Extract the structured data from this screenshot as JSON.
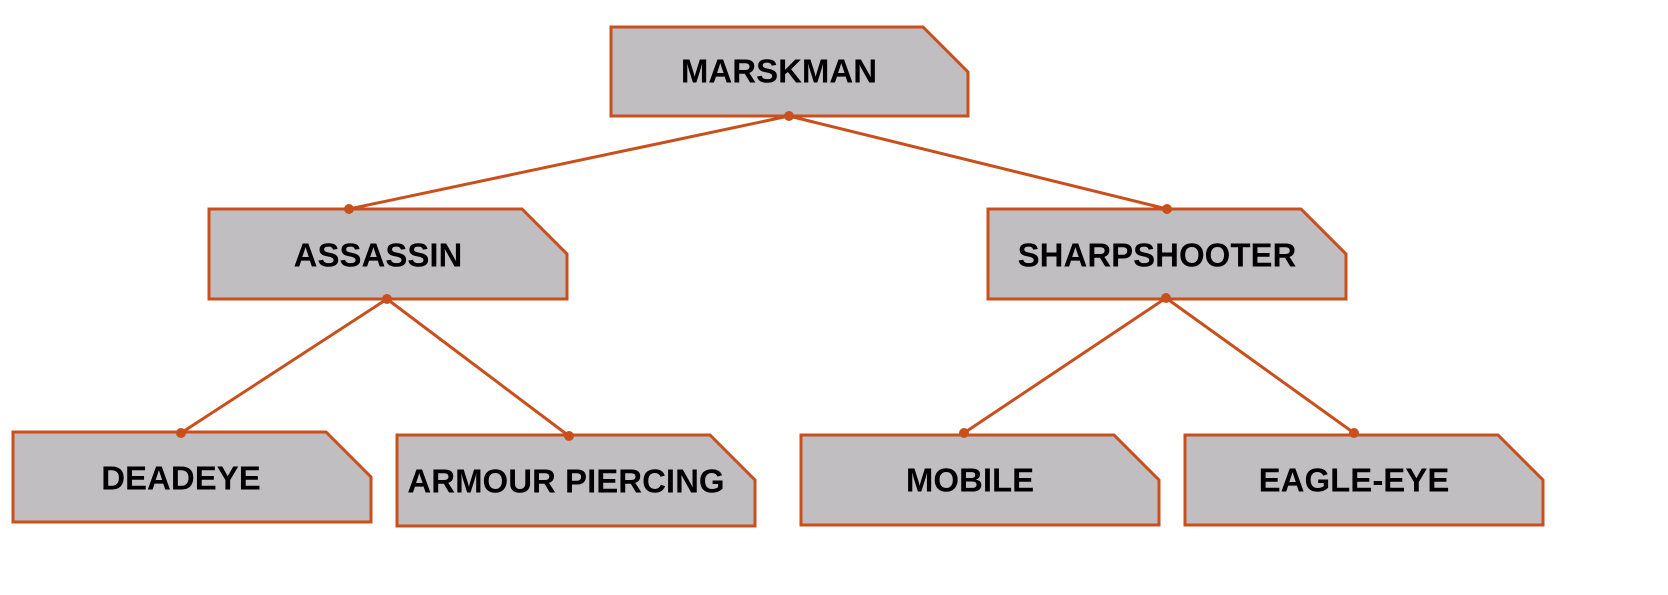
{
  "diagram": {
    "colors": {
      "fill": "#c0bec1",
      "stroke": "#c9501c",
      "text": "#000000"
    },
    "nodes": [
      {
        "id": "marskman",
        "label": "MARSKMAN"
      },
      {
        "id": "assassin",
        "label": "ASSASSIN"
      },
      {
        "id": "sharpshooter",
        "label": "SHARPSHOOTER"
      },
      {
        "id": "deadeye",
        "label": "DEADEYE"
      },
      {
        "id": "armour-piercing",
        "label": "ARMOUR PIERCING"
      },
      {
        "id": "mobile",
        "label": "MOBILE"
      },
      {
        "id": "eagle-eye",
        "label": "EAGLE-EYE"
      }
    ],
    "edges": [
      {
        "from": "marskman",
        "to": "assassin"
      },
      {
        "from": "marskman",
        "to": "sharpshooter"
      },
      {
        "from": "assassin",
        "to": "deadeye"
      },
      {
        "from": "assassin",
        "to": "armour-piercing"
      },
      {
        "from": "sharpshooter",
        "to": "mobile"
      },
      {
        "from": "sharpshooter",
        "to": "eagle-eye"
      }
    ]
  }
}
